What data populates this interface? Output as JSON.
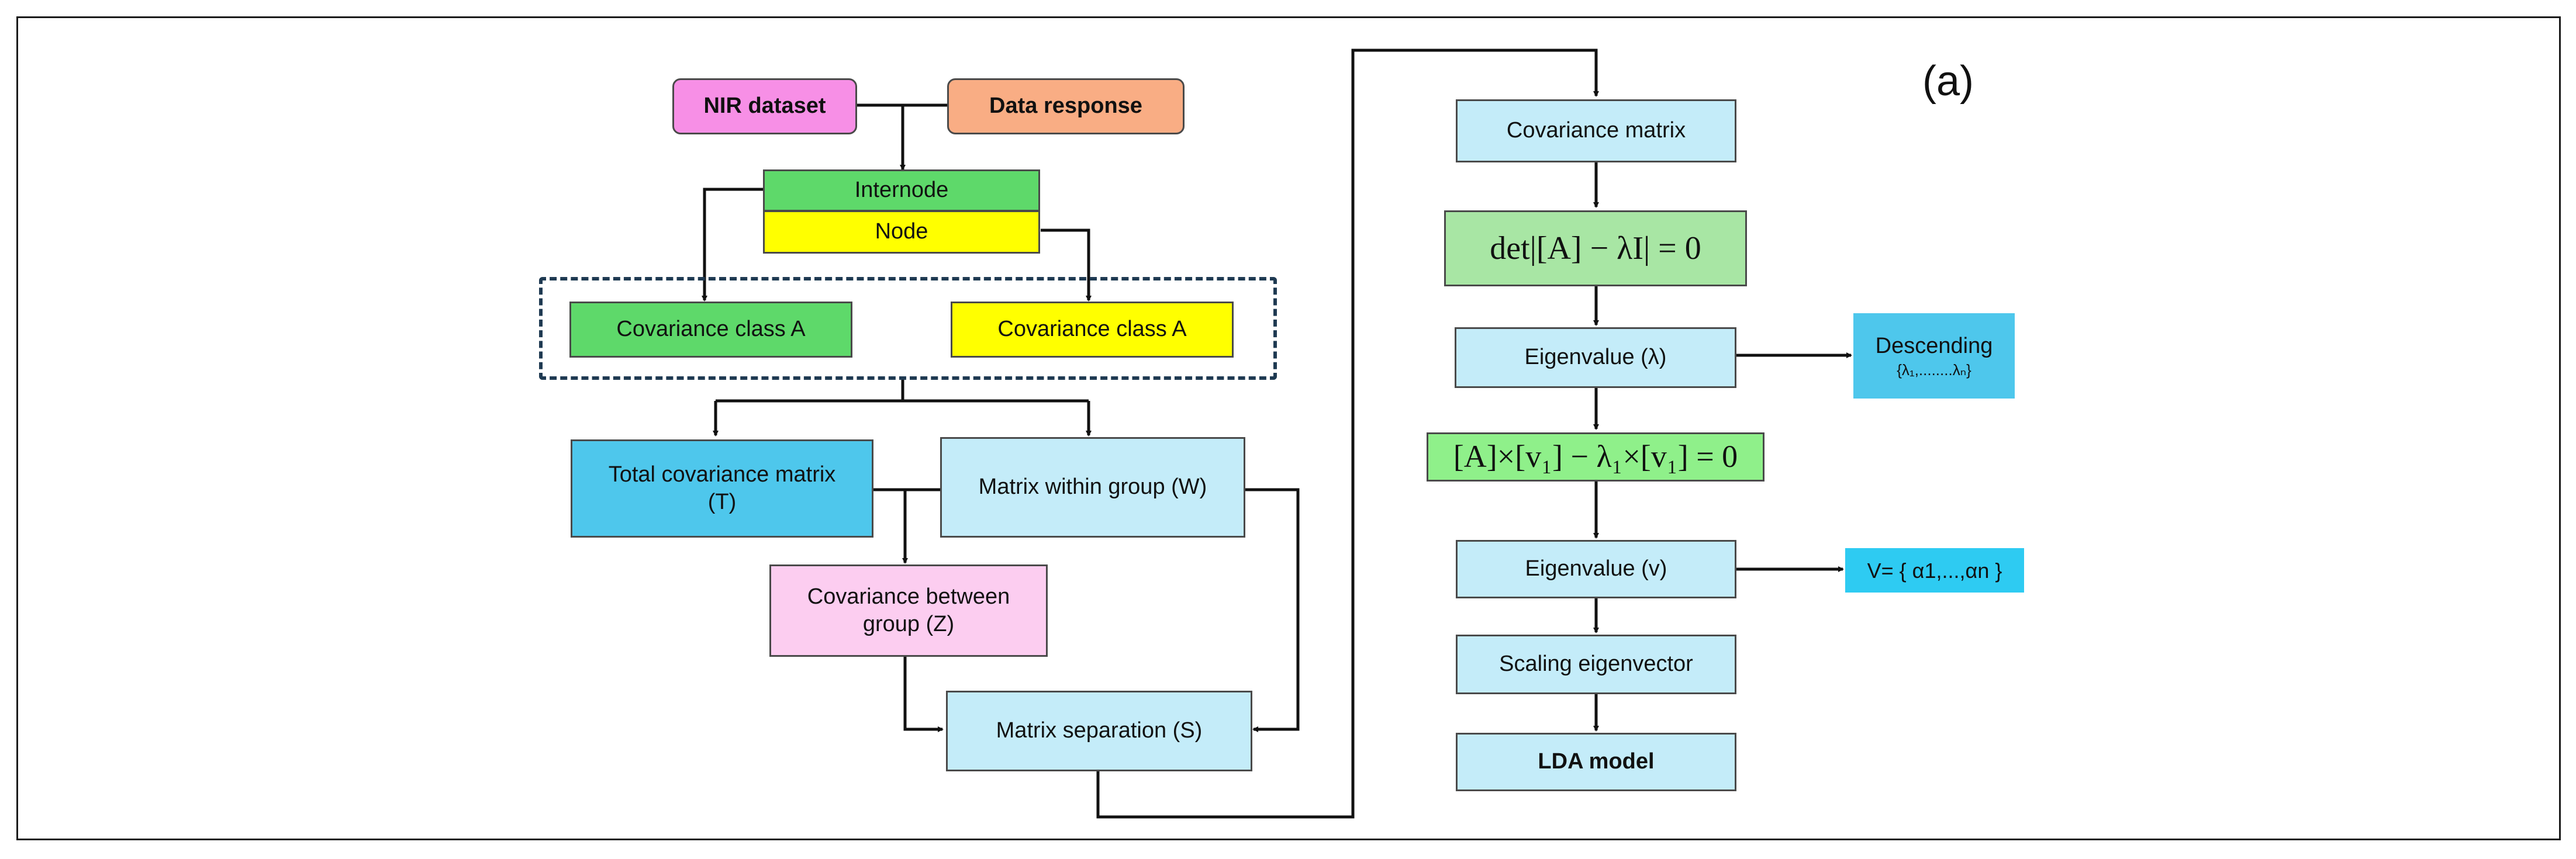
{
  "panel_label": "(a)",
  "nodes": {
    "nir_dataset": "NIR dataset",
    "data_response": "Data response",
    "internode": "Internode",
    "node": "Node",
    "cov_class_a_green": "Covariance class A",
    "cov_class_a_yellow": "Covariance class A",
    "total_cov": "Total covariance matrix (T)",
    "matrix_within": "Matrix within group  (W)",
    "cov_between": "Covariance between group  (Z)",
    "matrix_sep": "Matrix separation (S)",
    "covariance_matrix": "Covariance matrix",
    "det_eq": "det|[A] − λI| = 0",
    "eigenvalue_lambda": "Eigenvalue  (λ)",
    "descending": "Descending",
    "descending_set": "{λ₁,........λₙ}",
    "eigen_eq": "[A]×[v₁] − λ₁×[v₁] = 0",
    "eigenvalue_v": "Eigenvalue  (v)",
    "v_set": "V= { α1,...,αn }",
    "scaling": "Scaling eigenvector",
    "lda": "LDA model"
  },
  "colors": {
    "pink": "#f78fe6",
    "salmon": "#f9ad84",
    "green": "#5ed96a",
    "yellow": "#ffff00",
    "blue": "#4ec7ec",
    "light_blue": "#c4ecf9",
    "light_pink": "#fccdf0",
    "pale_green": "#a8e6a4",
    "bright_green": "#8ff08a",
    "cyan": "#2ecbf2"
  }
}
